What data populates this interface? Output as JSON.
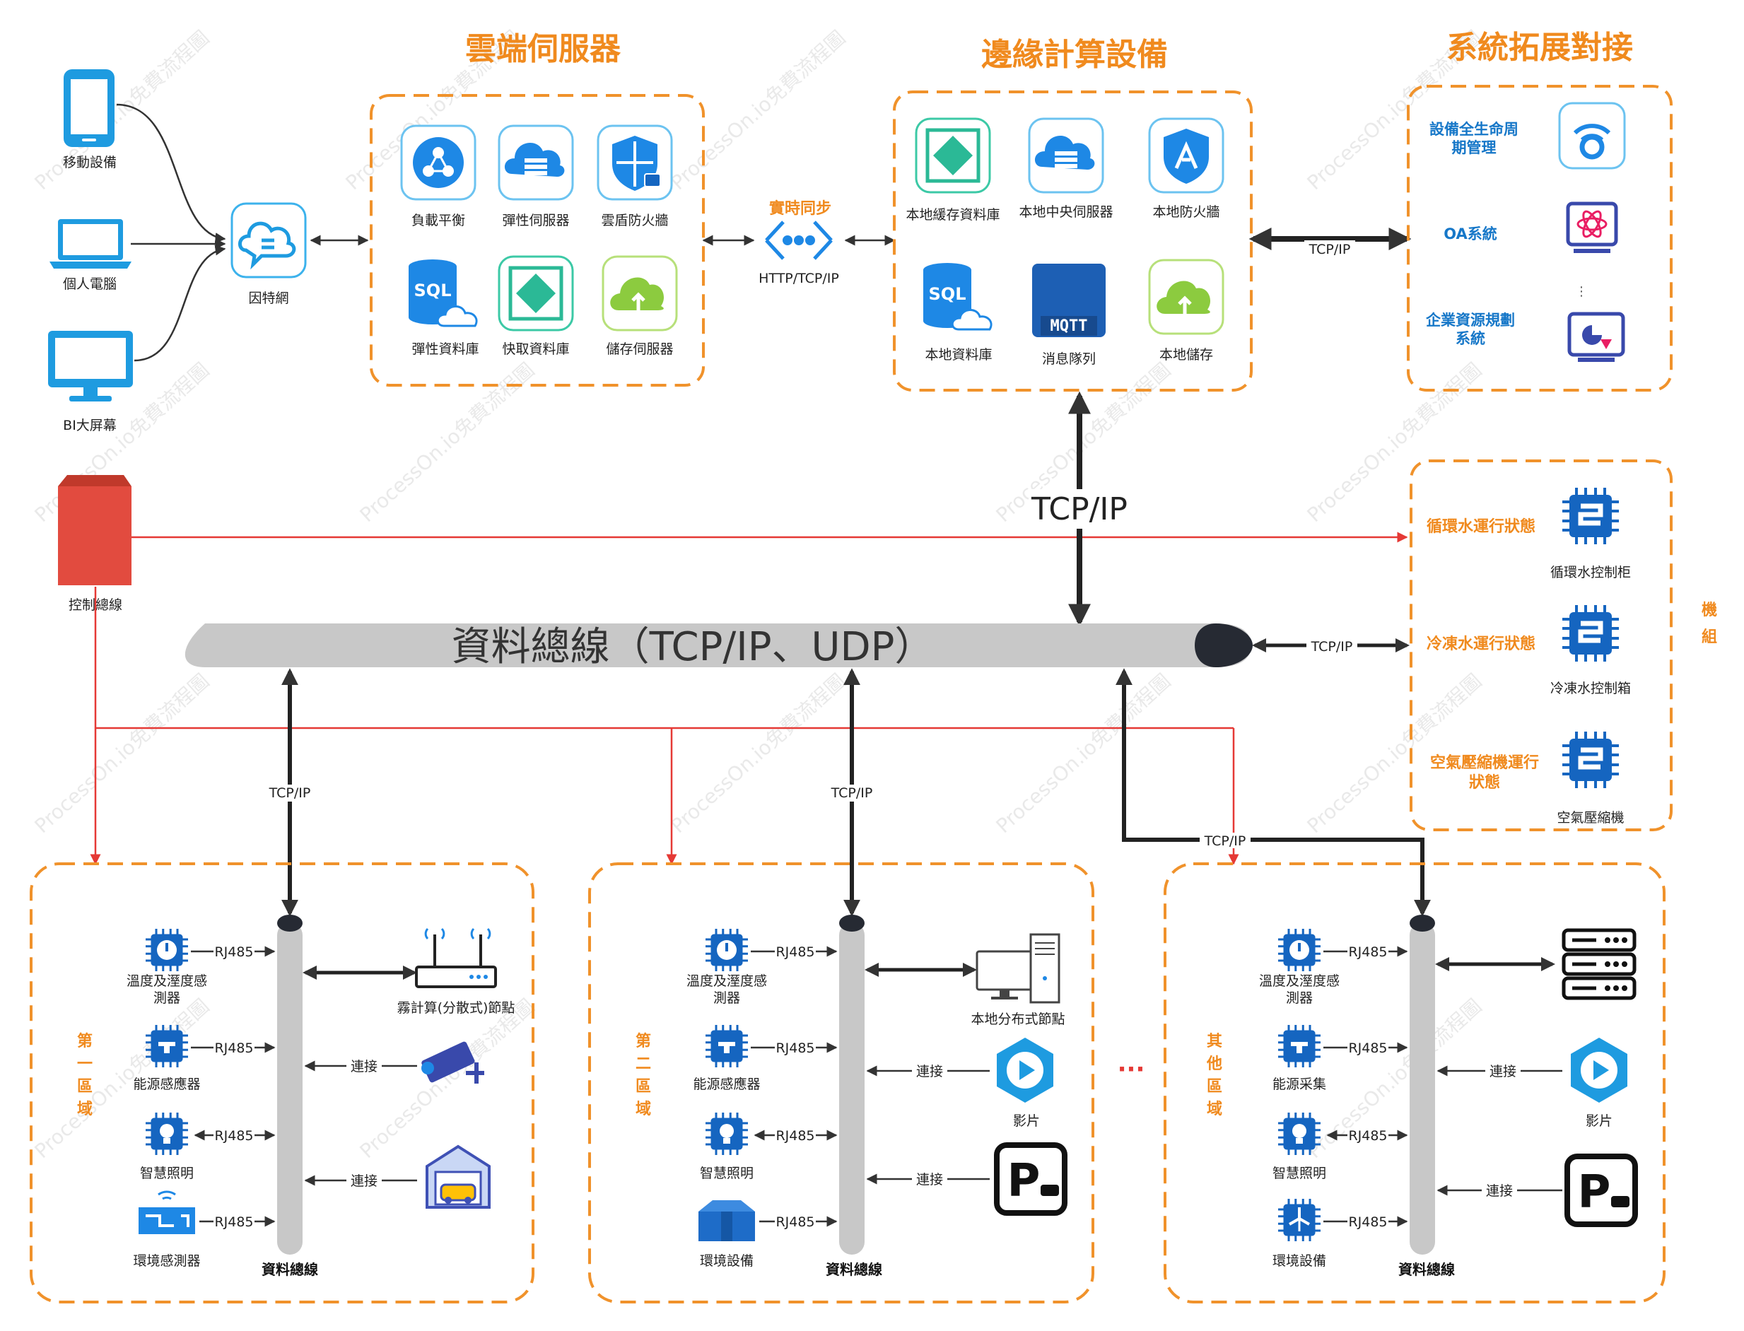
{
  "headers": {
    "cloud": "雲端伺服器",
    "edge": "邊緣計算設備",
    "ext": "系統拓展對接"
  },
  "clients": {
    "mobile": "移動設備",
    "pc": "個人電腦",
    "bi": "BI大屏幕",
    "internet": "因特網"
  },
  "cloud": {
    "lb": "負載平衡",
    "elastic_server": "彈性伺服器",
    "firewall": "雲盾防火牆",
    "elastic_db": "彈性資料庫",
    "cache_db": "快取資料庫",
    "storage": "儲存伺服器"
  },
  "sync": {
    "title": "實時同步",
    "protocol": "HTTP/TCP/IP"
  },
  "edge": {
    "cache_db": "本地緩存資料庫",
    "central_server": "本地中央伺服器",
    "firewall": "本地防火牆",
    "db": "本地資料庫",
    "mq": "消息隊列",
    "storage": "本地儲存",
    "mqtt": "MQTT"
  },
  "ext": {
    "lifecycle": "設備全生命周期管理",
    "oa": "OA系統",
    "dots": "⋮",
    "erp": "企業資源規劃系統"
  },
  "control_bus": "控制總線",
  "tcp_big": "TCP/IP",
  "data_bus_title": "資料總線（TCP/IP、UDP）",
  "tcpip": "TCP/IP",
  "units": {
    "title": "機組",
    "circ_state": "循環水運行狀態",
    "circ_device": "循環水控制柜",
    "cool_state": "冷凍水運行狀態",
    "cool_device": "冷凍水控制箱",
    "air_state": "空氣壓縮機運行狀態",
    "air_device": "空氣壓縮機"
  },
  "rj485": "RJ485",
  "connect": "連接",
  "data_bus": "資料總線",
  "zone1": {
    "title": "第一區域",
    "temp": "溫度及溼度感測器",
    "energy": "能源感應器",
    "light": "智慧照明",
    "env": "環境感測器",
    "fog": "霧計算(分散式)節點"
  },
  "zone2": {
    "title": "第二區域",
    "temp": "溫度及溼度感測器",
    "energy": "能源感應器",
    "light": "智慧照明",
    "env": "環境設備",
    "local_node": "本地分布式節點",
    "video": "影片"
  },
  "ellipsis": "···",
  "zone3": {
    "title": "其他區域",
    "temp": "溫度及溼度感測器",
    "energy": "能源采集",
    "light": "智慧照明",
    "env": "環境設備",
    "video": "影片"
  },
  "watermark": "ProcessOn.io免費流程圖",
  "colors": {
    "accent": "#f08a1e",
    "icon_blue": "#1e88e5",
    "chip_blue": "#1565c0",
    "control_red": "#e24b3f",
    "bus_grey": "#c8c8c8"
  }
}
